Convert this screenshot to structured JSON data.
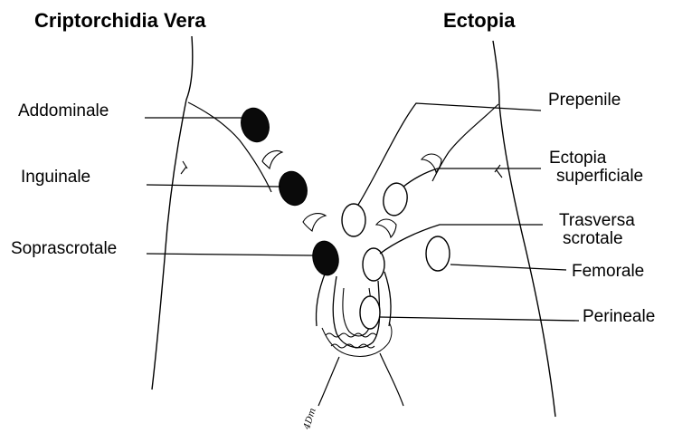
{
  "headings": {
    "left": "Criptorchidia Vera",
    "right": "Ectopia"
  },
  "left_labels": {
    "addominale": "Addominale",
    "inguinale": "Inguinale",
    "soprascrotale": "Soprascrotale"
  },
  "right_labels": {
    "prepenile": "Prepenile",
    "ectopia_superficiale_line1": "Ectopia",
    "ectopia_superficiale_line2": "superficiale",
    "trasversa_scrotale_line1": "Trasversa",
    "trasversa_scrotale_line2": "scrotale",
    "femorale": "Femorale",
    "perineale": "Perineale"
  },
  "signature": "4Dm",
  "colors": {
    "ink": "#000000",
    "background": "#ffffff",
    "true_cryptorchid_testis": "#0a0a0a",
    "ectopic_testis": "#ffffff"
  }
}
